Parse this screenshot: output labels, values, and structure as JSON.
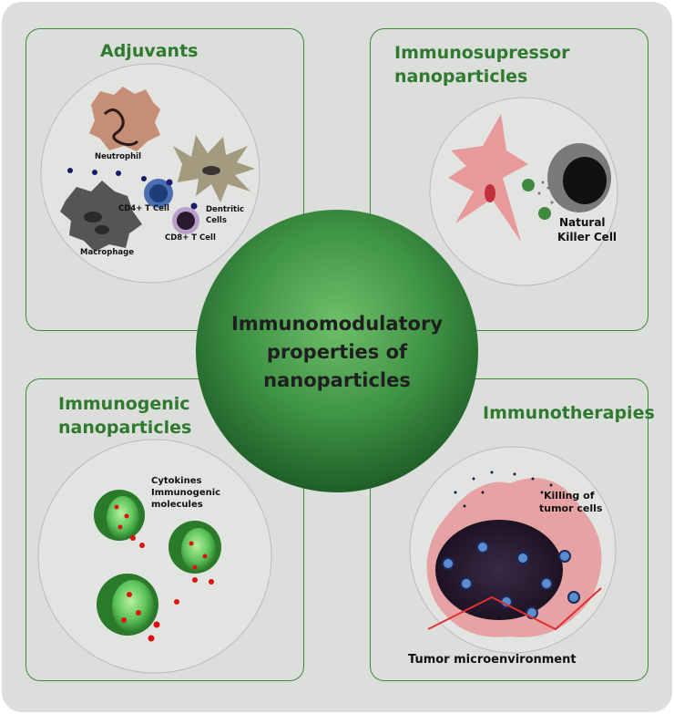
{
  "quadrants": {
    "adjuvants": {
      "title": "Adjuvants",
      "labels": {
        "neutrophil": "Neutrophil",
        "cd4": "CD4+ T Cell",
        "dendritic": "Dentritic Cells",
        "cd8": "CD8+ T Cell",
        "macrophage": "Macrophage"
      }
    },
    "immunosuppressor": {
      "title_line1": "Immunosupressor",
      "title_line2": "nanoparticles",
      "labels": {
        "nk_line1": "Natural",
        "nk_line2": "Killer Cell"
      }
    },
    "immunogenic": {
      "title_line1": "Immunogenic",
      "title_line2": "nanoparticles",
      "labels": {
        "cyto_line1": "Cytokines",
        "cyto_line2": "Immunogenic",
        "cyto_line3": "molecules"
      }
    },
    "immunotherapies": {
      "title": "Immunotherapies",
      "labels": {
        "kill_line1": "Killing of",
        "kill_line2": "tumor cells",
        "tme": "Tumor microenvironment"
      }
    }
  },
  "center": {
    "line1": "Immunomodulatory",
    "line2": "properties of",
    "line3": "nanoparticles"
  },
  "colors": {
    "accent_green": "#2f7a2f",
    "border_green": "#3c8a3c",
    "background": "#dcdedb",
    "dots_red": "#e01010"
  }
}
